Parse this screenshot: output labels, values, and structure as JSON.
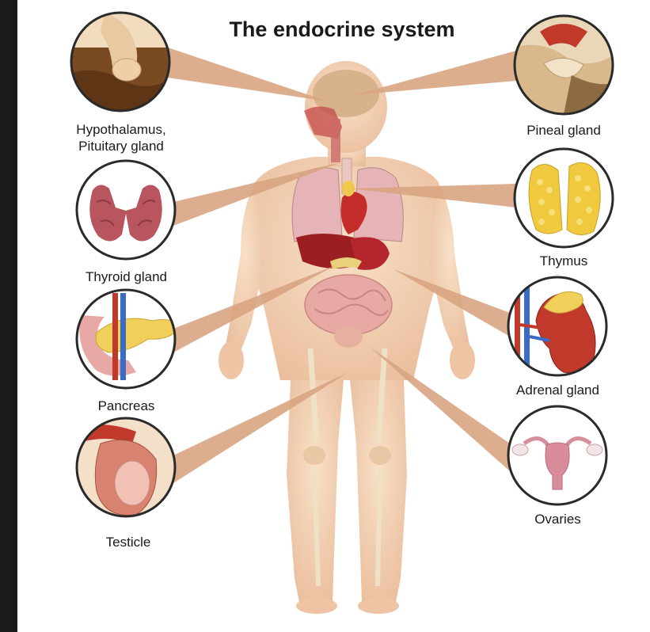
{
  "title": "The endocrine system",
  "glands": [
    {
      "id": "hypothalamus",
      "label": "Hypothalamus,",
      "label_line2": "Pituitary gland"
    },
    {
      "id": "pineal",
      "label": "Pineal gland"
    },
    {
      "id": "thyroid",
      "label": "Thyroid gland"
    },
    {
      "id": "thymus",
      "label": "Thymus"
    },
    {
      "id": "pancreas",
      "label": "Pancreas"
    },
    {
      "id": "adrenal",
      "label": "Adrenal gland"
    },
    {
      "id": "testicle",
      "label": "Testicle"
    },
    {
      "id": "ovaries",
      "label": "Ovaries"
    }
  ],
  "colors": {
    "skin": "#f3d3b8",
    "skin_shadow": "#e6b996",
    "pointer": "#d9a582",
    "organ_red": "#b3262b",
    "lung_pink": "#e6b4b7",
    "background_dark": "#1a1a1a"
  }
}
